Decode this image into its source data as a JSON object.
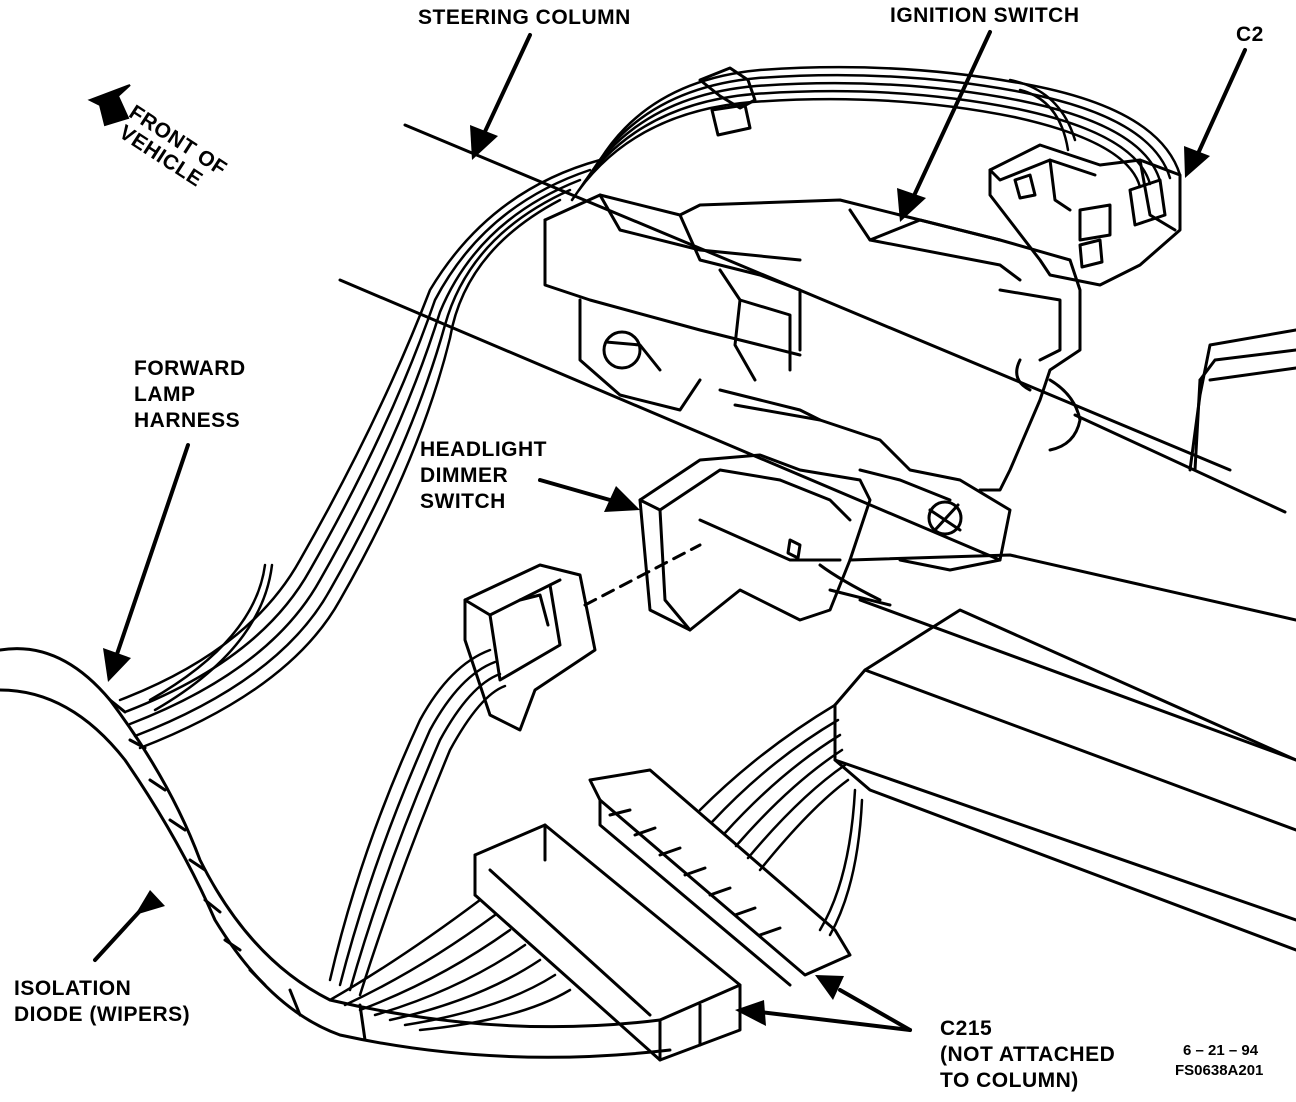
{
  "labels": {
    "steering_column": "STEERING COLUMN",
    "ignition_switch": "IGNITION SWITCH",
    "c2": "C2",
    "front_of": "FRONT OF",
    "vehicle": "VEHICLE",
    "forward_lamp_harness": [
      "FORWARD",
      "LAMP",
      "HARNESS"
    ],
    "headlight_dimmer_switch": [
      "HEADLIGHT",
      "DIMMER",
      "SWITCH"
    ],
    "isolation_diode": [
      "ISOLATION",
      "DIODE (WIPERS)"
    ],
    "c215": [
      "C215",
      "(NOT  ATTACHED",
      "TO COLUMN)"
    ],
    "date_code": "6 – 21 – 94",
    "figure_code": "FS0638A201"
  }
}
